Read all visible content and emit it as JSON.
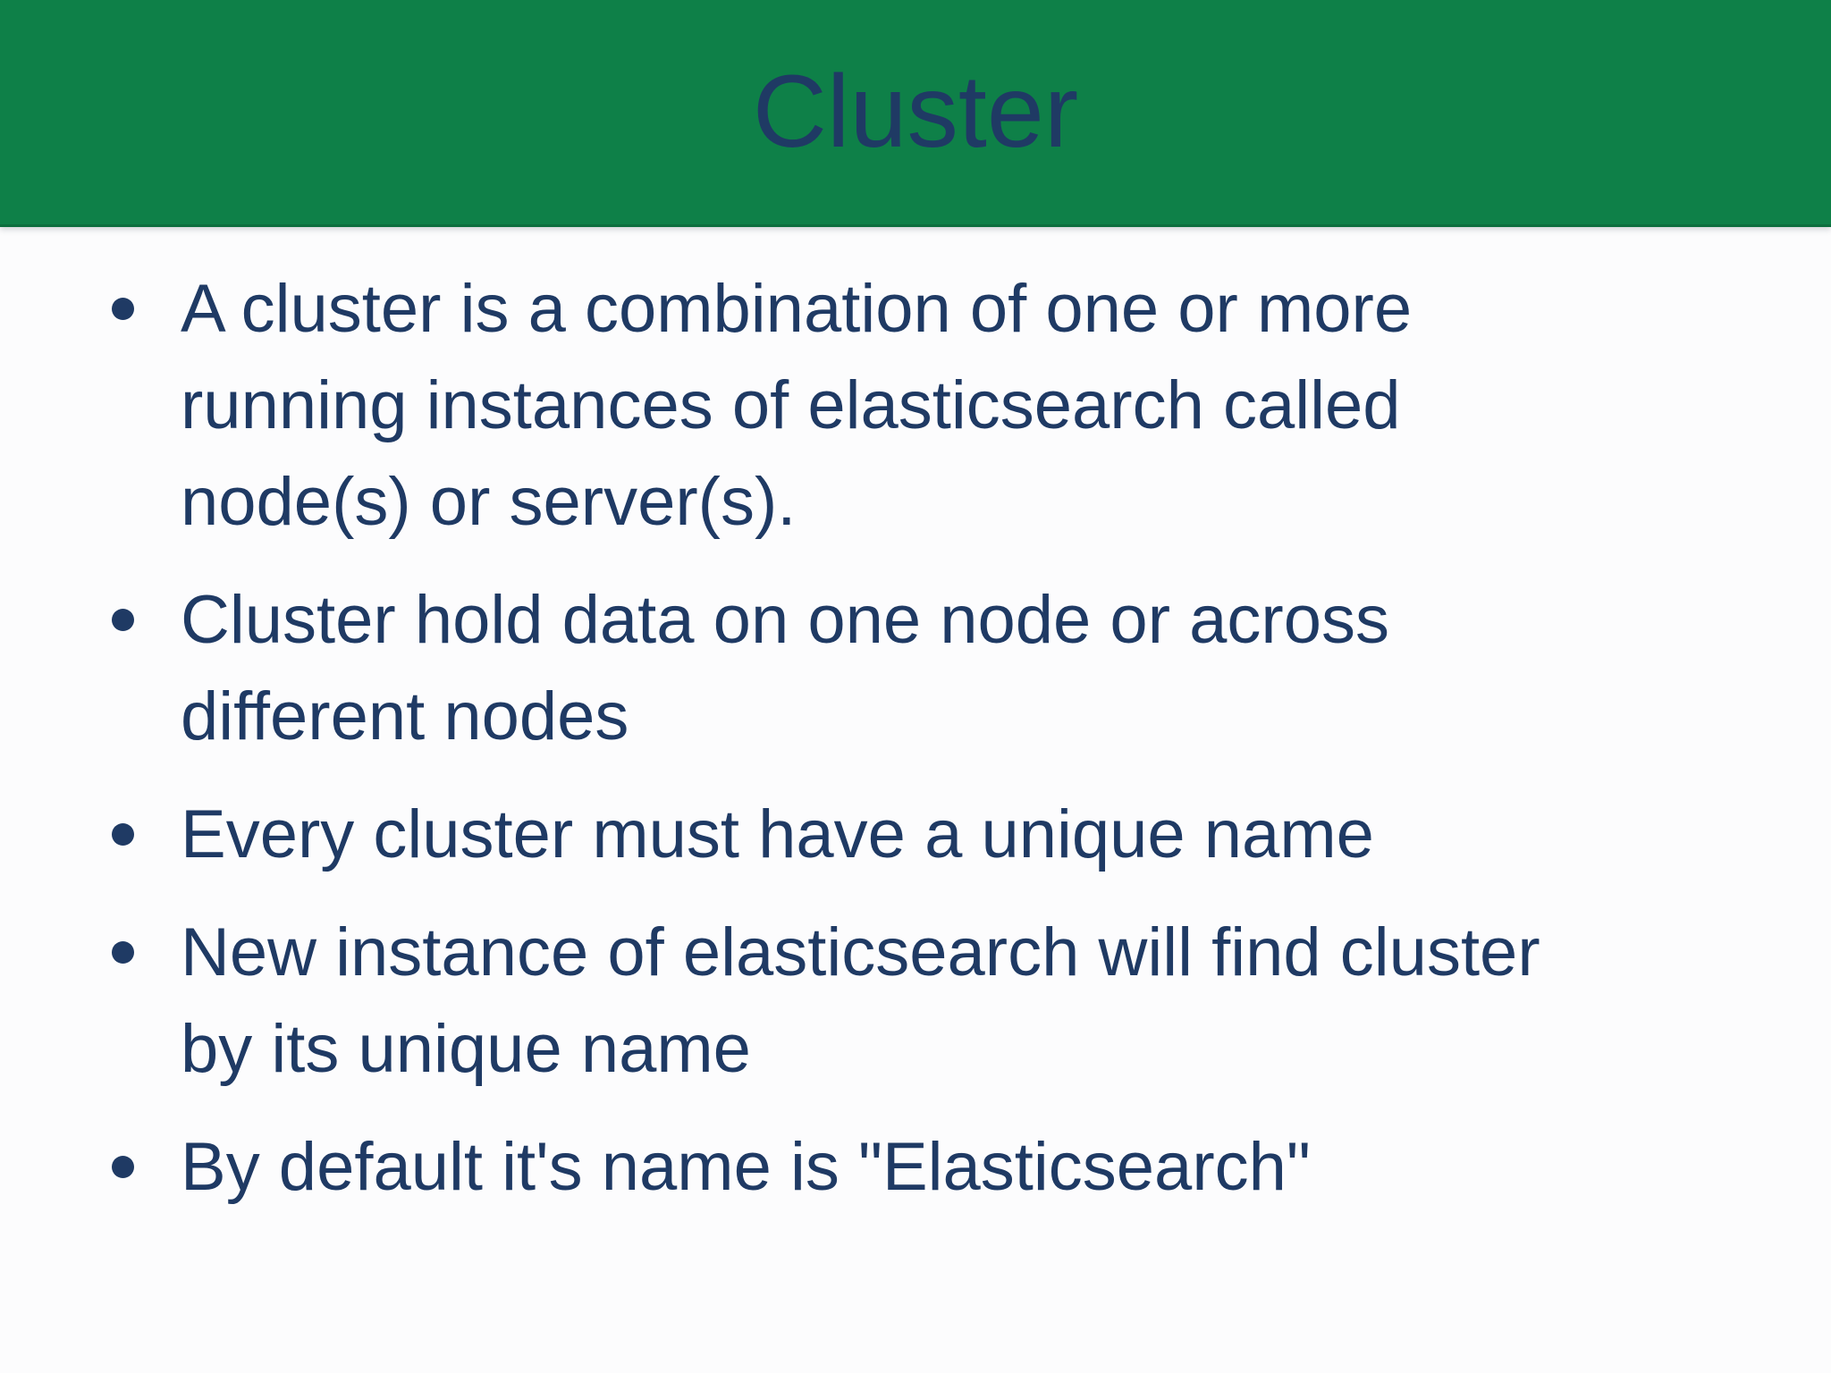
{
  "slide": {
    "title": "Cluster",
    "bullets": [
      {
        "text": "A cluster is a combination of one or more\nrunning instances of elasticsearch called\nnode(s) or server(s)."
      },
      {
        "text": "Cluster hold data on one node or across\ndifferent nodes"
      },
      {
        "text": "Every cluster must have a unique name"
      },
      {
        "text": "New instance of elasticsearch will find cluster\nby its unique name"
      },
      {
        "text": "By default it's name is \"Elasticsearch\""
      }
    ],
    "colors": {
      "header_bg": "#0e8048",
      "header_edge": "#0c6e3e",
      "text": "#1f3a64",
      "body_bg": "#fcfcfd"
    }
  }
}
